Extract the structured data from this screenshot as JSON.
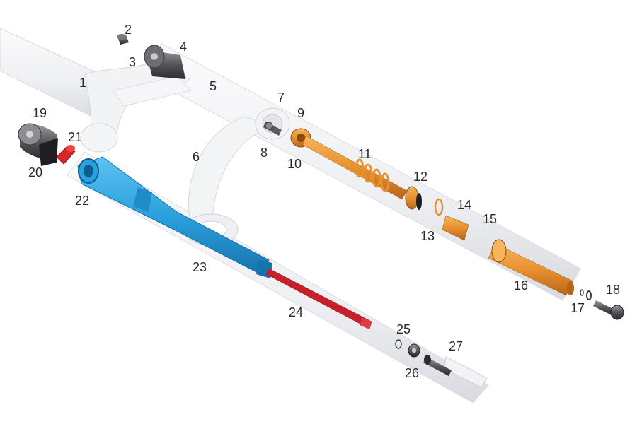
{
  "colors": {
    "body": "#f4f4f6",
    "body_shade": "#dcdde2",
    "orange": "#e8912f",
    "orange_dark": "#b8651a",
    "blue": "#2aa0de",
    "blue_dark": "#1673ab",
    "red": "#d8262b",
    "red_dark": "#9e161b",
    "gray": "#3e3e40",
    "gray_light": "#8a8a8e"
  },
  "parts": {
    "p1": "1",
    "p2": "2",
    "p3": "3",
    "p4": "4",
    "p5": "5",
    "p6": "6",
    "p7": "7",
    "p8": "8",
    "p9": "9",
    "p10": "10",
    "p11": "11",
    "p12": "12",
    "p13": "13",
    "p14": "14",
    "p15": "15",
    "p16": "16",
    "p17": "17",
    "p18": "18",
    "p19": "19",
    "p20": "20",
    "p21": "21",
    "p22": "22",
    "p23": "23",
    "p24": "24",
    "p25": "25",
    "p26": "26",
    "p27": "27"
  }
}
